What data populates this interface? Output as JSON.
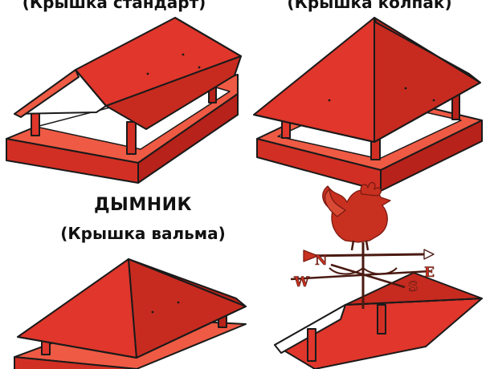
{
  "labels": {
    "standard": "(Крышка стандарт)",
    "kolpak": "(Крышка колпак)",
    "heading": "ДЫМНИК",
    "valma": "(Крышка вальма)"
  },
  "weathervane": {
    "north": "N",
    "west": "W",
    "east": "E",
    "south": "S"
  },
  "colors": {
    "roof": "#e0362b",
    "roof_dark": "#b7221a",
    "roof_light": "#ef5a44",
    "outline": "#1a1a1a",
    "weathervane": "#c8301f"
  },
  "icons": [
    "chimney-cap-standard-icon",
    "chimney-cap-kolpak-icon",
    "chimney-cap-valma-icon",
    "weathervane-rooster-icon"
  ]
}
